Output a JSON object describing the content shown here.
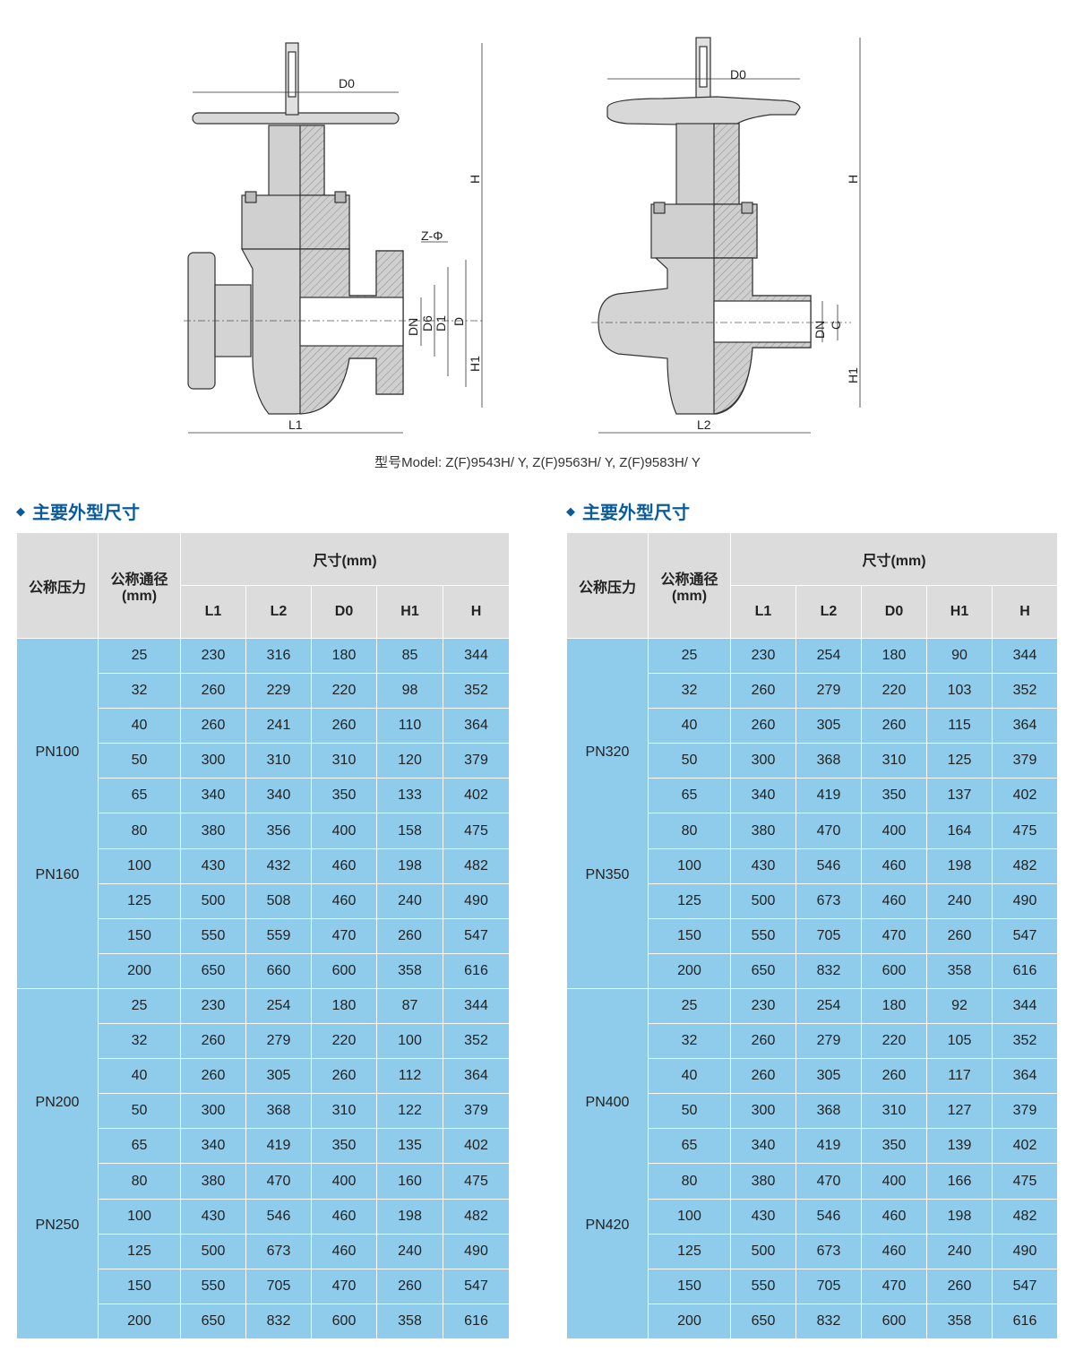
{
  "caption": "型号Model: Z(F)9543H/ Y, Z(F)9563H/ Y, Z(F)9583H/ Y",
  "drawing_labels": {
    "left": {
      "d0": "D0",
      "h": "H",
      "zphi": "Z-Φ",
      "dn": "DN",
      "d6": "D6",
      "d1": "D1",
      "d": "D",
      "h1": "H1",
      "l1": "L1"
    },
    "right": {
      "d0": "D0",
      "h": "H",
      "dn": "DN",
      "c": "C",
      "h1": "H1",
      "l2": "L2"
    }
  },
  "left_table": {
    "section_title": "主要外型尺寸",
    "headers": {
      "pressure": "公称压力",
      "diameter": "公称通径",
      "diameter_unit": "(mm)",
      "dims": "尺寸(mm)",
      "cols": [
        "L1",
        "L2",
        "D0",
        "H1",
        "H"
      ]
    },
    "groups": [
      {
        "labels": [
          "PN100",
          "PN160"
        ],
        "rows": [
          [
            "25",
            "230",
            "316",
            "180",
            "85",
            "344"
          ],
          [
            "32",
            "260",
            "229",
            "220",
            "98",
            "352"
          ],
          [
            "40",
            "260",
            "241",
            "260",
            "110",
            "364"
          ],
          [
            "50",
            "300",
            "310",
            "310",
            "120",
            "379"
          ],
          [
            "65",
            "340",
            "340",
            "350",
            "133",
            "402"
          ],
          [
            "80",
            "380",
            "356",
            "400",
            "158",
            "475"
          ],
          [
            "100",
            "430",
            "432",
            "460",
            "198",
            "482"
          ],
          [
            "125",
            "500",
            "508",
            "460",
            "240",
            "490"
          ],
          [
            "150",
            "550",
            "559",
            "470",
            "260",
            "547"
          ],
          [
            "200",
            "650",
            "660",
            "600",
            "358",
            "616"
          ]
        ]
      },
      {
        "labels": [
          "PN200",
          "PN250"
        ],
        "rows": [
          [
            "25",
            "230",
            "254",
            "180",
            "87",
            "344"
          ],
          [
            "32",
            "260",
            "279",
            "220",
            "100",
            "352"
          ],
          [
            "40",
            "260",
            "305",
            "260",
            "112",
            "364"
          ],
          [
            "50",
            "300",
            "368",
            "310",
            "122",
            "379"
          ],
          [
            "65",
            "340",
            "419",
            "350",
            "135",
            "402"
          ],
          [
            "80",
            "380",
            "470",
            "400",
            "160",
            "475"
          ],
          [
            "100",
            "430",
            "546",
            "460",
            "198",
            "482"
          ],
          [
            "125",
            "500",
            "673",
            "460",
            "240",
            "490"
          ],
          [
            "150",
            "550",
            "705",
            "470",
            "260",
            "547"
          ],
          [
            "200",
            "650",
            "832",
            "600",
            "358",
            "616"
          ]
        ]
      }
    ]
  },
  "right_table": {
    "section_title": "主要外型尺寸",
    "headers": {
      "pressure": "公称压力",
      "diameter": "公称通径",
      "diameter_unit": "(mm)",
      "dims": "尺寸(mm)",
      "cols": [
        "L1",
        "L2",
        "D0",
        "H1",
        "H"
      ]
    },
    "groups": [
      {
        "labels": [
          "PN320",
          "PN350"
        ],
        "rows": [
          [
            "25",
            "230",
            "254",
            "180",
            "90",
            "344"
          ],
          [
            "32",
            "260",
            "279",
            "220",
            "103",
            "352"
          ],
          [
            "40",
            "260",
            "305",
            "260",
            "115",
            "364"
          ],
          [
            "50",
            "300",
            "368",
            "310",
            "125",
            "379"
          ],
          [
            "65",
            "340",
            "419",
            "350",
            "137",
            "402"
          ],
          [
            "80",
            "380",
            "470",
            "400",
            "164",
            "475"
          ],
          [
            "100",
            "430",
            "546",
            "460",
            "198",
            "482"
          ],
          [
            "125",
            "500",
            "673",
            "460",
            "240",
            "490"
          ],
          [
            "150",
            "550",
            "705",
            "470",
            "260",
            "547"
          ],
          [
            "200",
            "650",
            "832",
            "600",
            "358",
            "616"
          ]
        ]
      },
      {
        "labels": [
          "PN400",
          "PN420"
        ],
        "rows": [
          [
            "25",
            "230",
            "254",
            "180",
            "92",
            "344"
          ],
          [
            "32",
            "260",
            "279",
            "220",
            "105",
            "352"
          ],
          [
            "40",
            "260",
            "305",
            "260",
            "117",
            "364"
          ],
          [
            "50",
            "300",
            "368",
            "310",
            "127",
            "379"
          ],
          [
            "65",
            "340",
            "419",
            "350",
            "139",
            "402"
          ],
          [
            "80",
            "380",
            "470",
            "400",
            "166",
            "475"
          ],
          [
            "100",
            "430",
            "546",
            "460",
            "198",
            "482"
          ],
          [
            "125",
            "500",
            "673",
            "460",
            "240",
            "490"
          ],
          [
            "150",
            "550",
            "705",
            "470",
            "260",
            "547"
          ],
          [
            "200",
            "650",
            "832",
            "600",
            "358",
            "616"
          ]
        ]
      }
    ]
  }
}
